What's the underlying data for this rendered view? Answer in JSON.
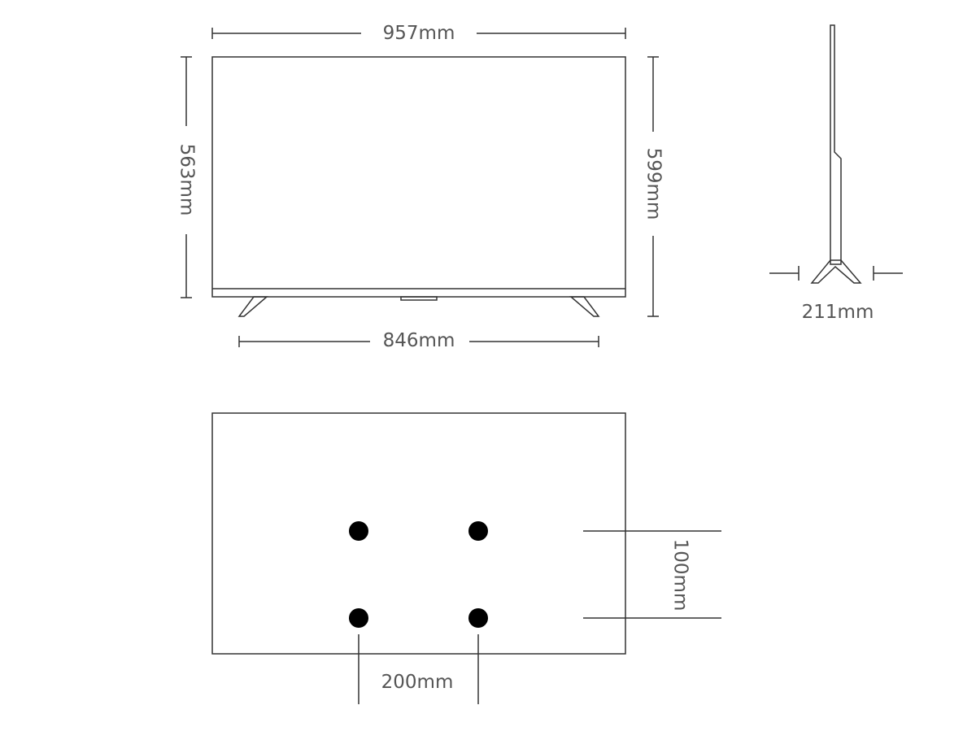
{
  "diagram": {
    "front_view": {
      "overall_width": "957mm",
      "screen_height": "563mm",
      "overall_height": "599mm",
      "stand_span": "846mm"
    },
    "side_view": {
      "depth": "211mm"
    },
    "rear_view": {
      "vesa_vertical": "100mm",
      "vesa_horizontal": "200mm"
    }
  }
}
